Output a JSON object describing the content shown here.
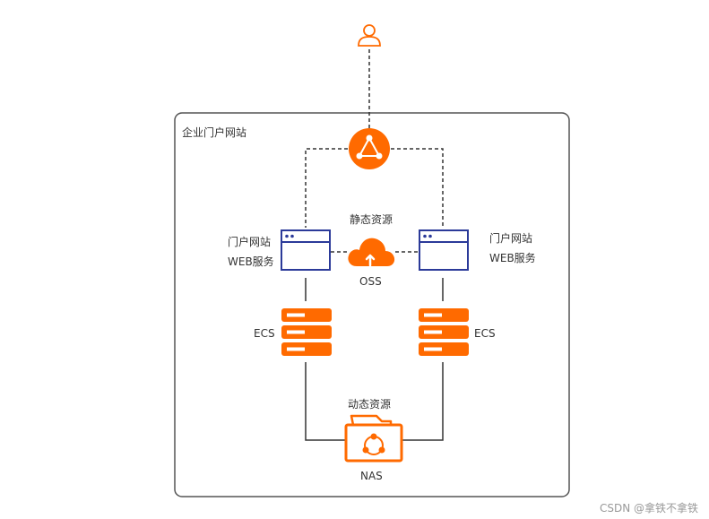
{
  "frame": {
    "title": "企业门户网站"
  },
  "web_left": {
    "line1": "门户网站",
    "line2": "WEB服务"
  },
  "web_right": {
    "line1": "门户网站",
    "line2": "WEB服务"
  },
  "oss": {
    "caption": "静态资源",
    "label": "OSS"
  },
  "ecs_left": {
    "label": "ECS"
  },
  "ecs_right": {
    "label": "ECS"
  },
  "nas": {
    "caption": "动态资源",
    "label": "NAS"
  },
  "watermark": "CSDN @拿铁不拿铁",
  "icons": {
    "user": "user-icon",
    "load_balancer": "slb-icon",
    "web_window": "browser-window-icon",
    "oss": "cloud-upload-icon",
    "ecs": "server-stack-icon",
    "nas": "folder-share-icon"
  },
  "colors": {
    "accent": "#ff6a00",
    "web_border": "#2b3a99",
    "frame_border": "#555555",
    "line": "#333333"
  }
}
